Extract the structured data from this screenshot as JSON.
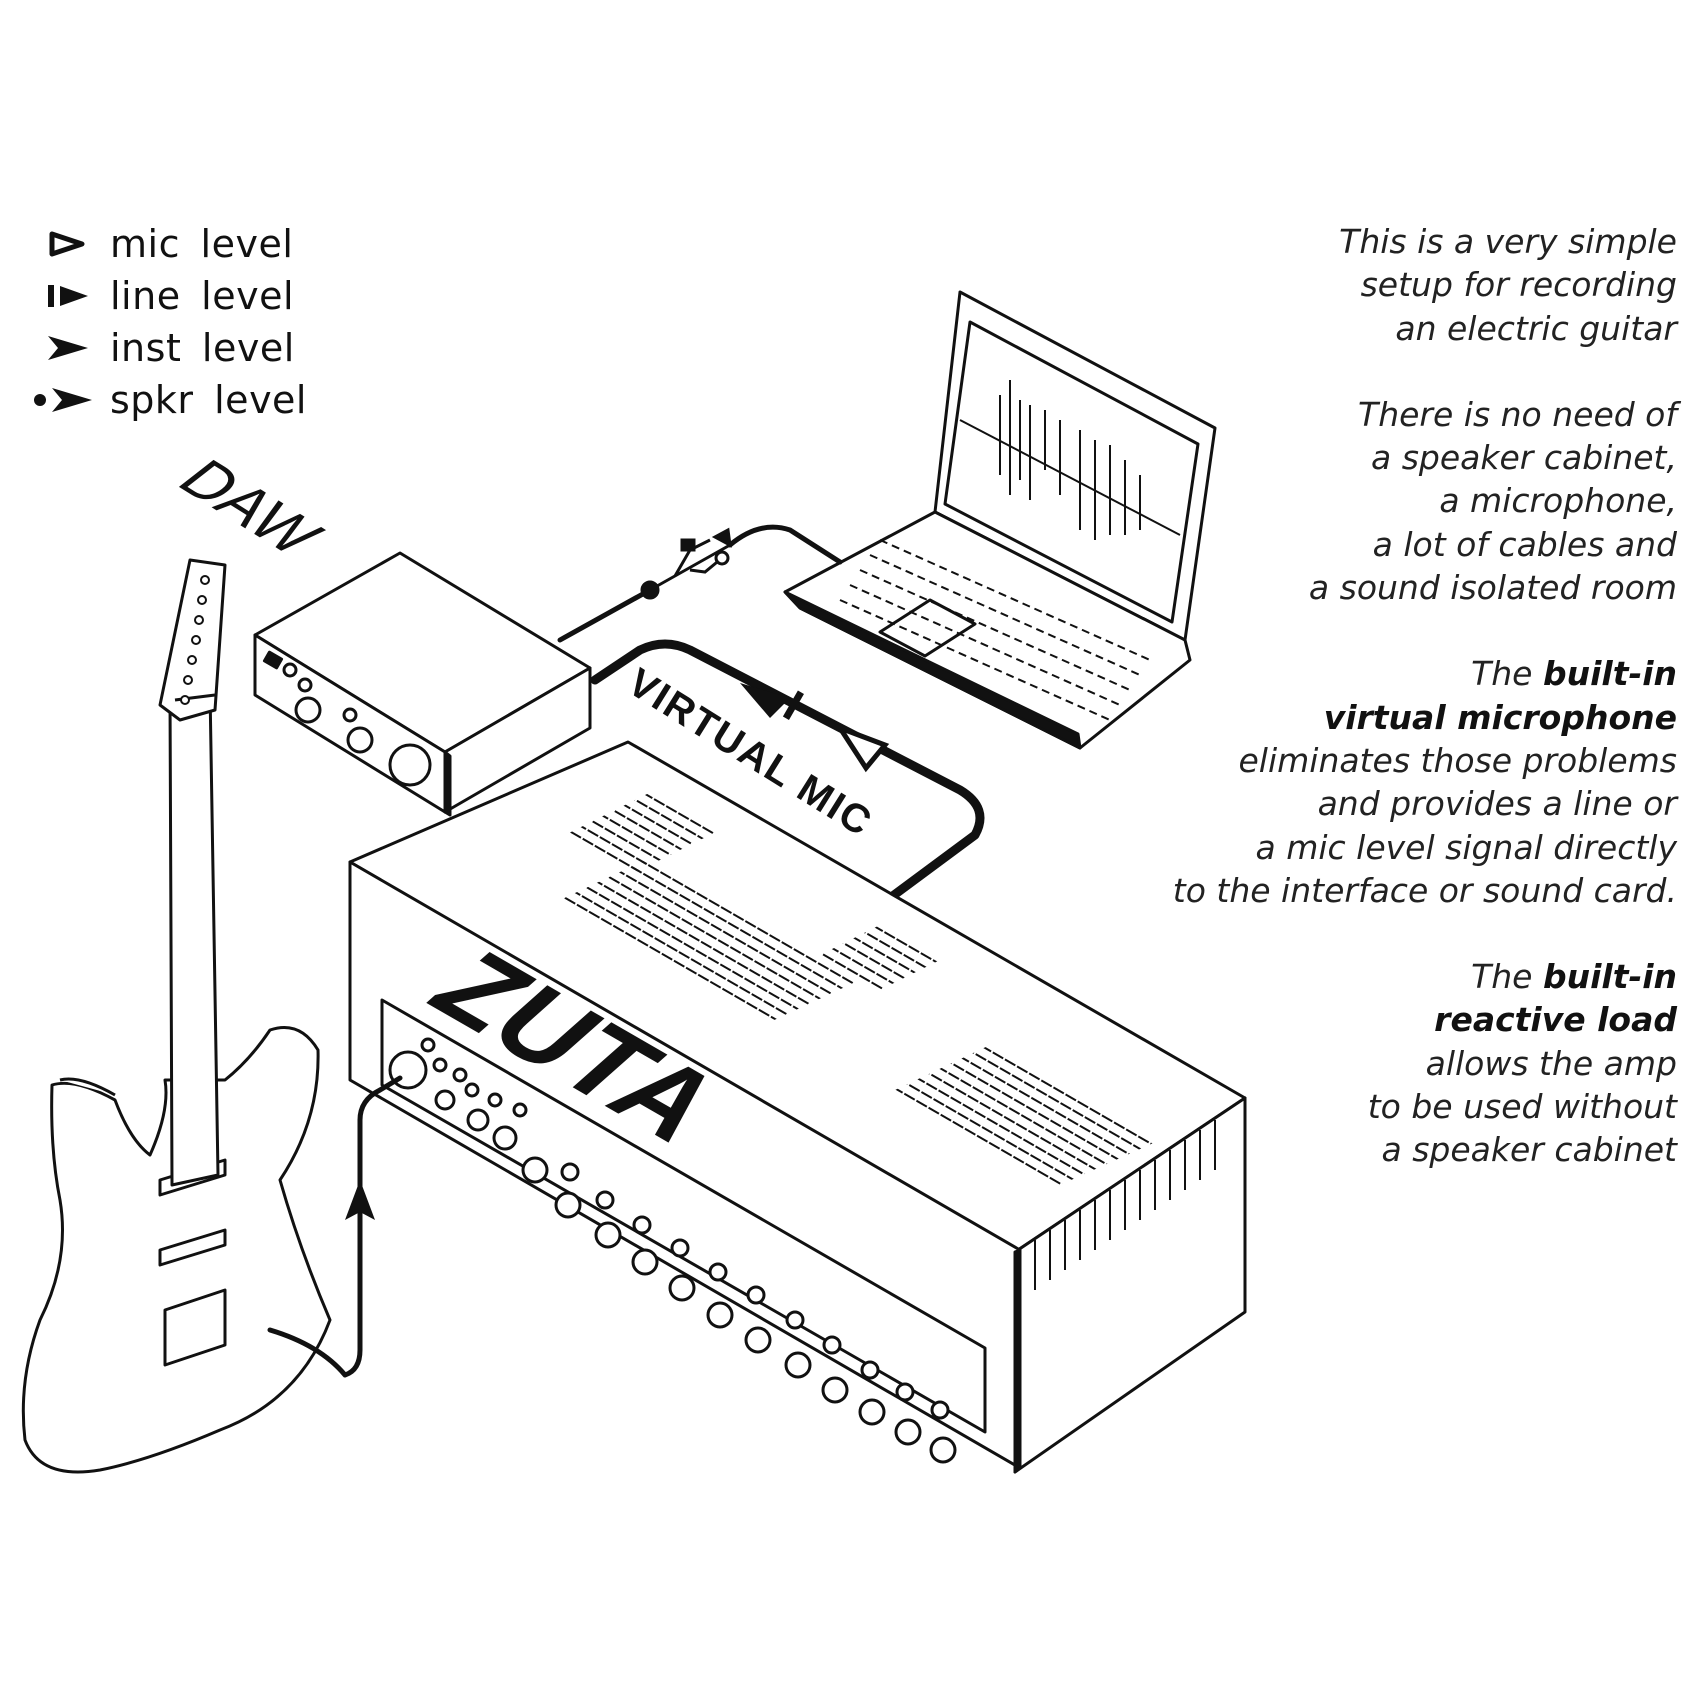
{
  "legend": [
    {
      "symbol": "mic-level-arrow",
      "label": "mic  level"
    },
    {
      "symbol": "line-level-arrow",
      "label": "line  level"
    },
    {
      "symbol": "inst-level-arrow",
      "label": "inst  level"
    },
    {
      "symbol": "spkr-level-arrow",
      "label": "spkr level"
    }
  ],
  "notes": {
    "p1": [
      "This is a very simple",
      "setup for recording",
      "an electric guitar"
    ],
    "p2": [
      "There is no need of",
      "a speaker cabinet,",
      "a microphone,",
      "a lot of cables and",
      "a sound isolated room"
    ],
    "p3": {
      "l1_pre": "The ",
      "l1_bold": "built-in",
      "l2_bold": "virtual microphone",
      "rest": [
        "eliminates those problems",
        "and provides a line or",
        "a mic level signal directly",
        "to the interface or sound card."
      ]
    },
    "p4": {
      "l1_pre": "The ",
      "l1_bold": "built-in",
      "l2_bold": "reactive load",
      "rest": [
        "allows the amp",
        "to be used without",
        "a speaker cabinet"
      ]
    }
  },
  "labels": {
    "daw": "DAW",
    "virtual_mic": "VIRTUAL MIC",
    "brand": "ZUTA"
  },
  "colors": {
    "ink": "#111111",
    "background": "#ffffff"
  }
}
